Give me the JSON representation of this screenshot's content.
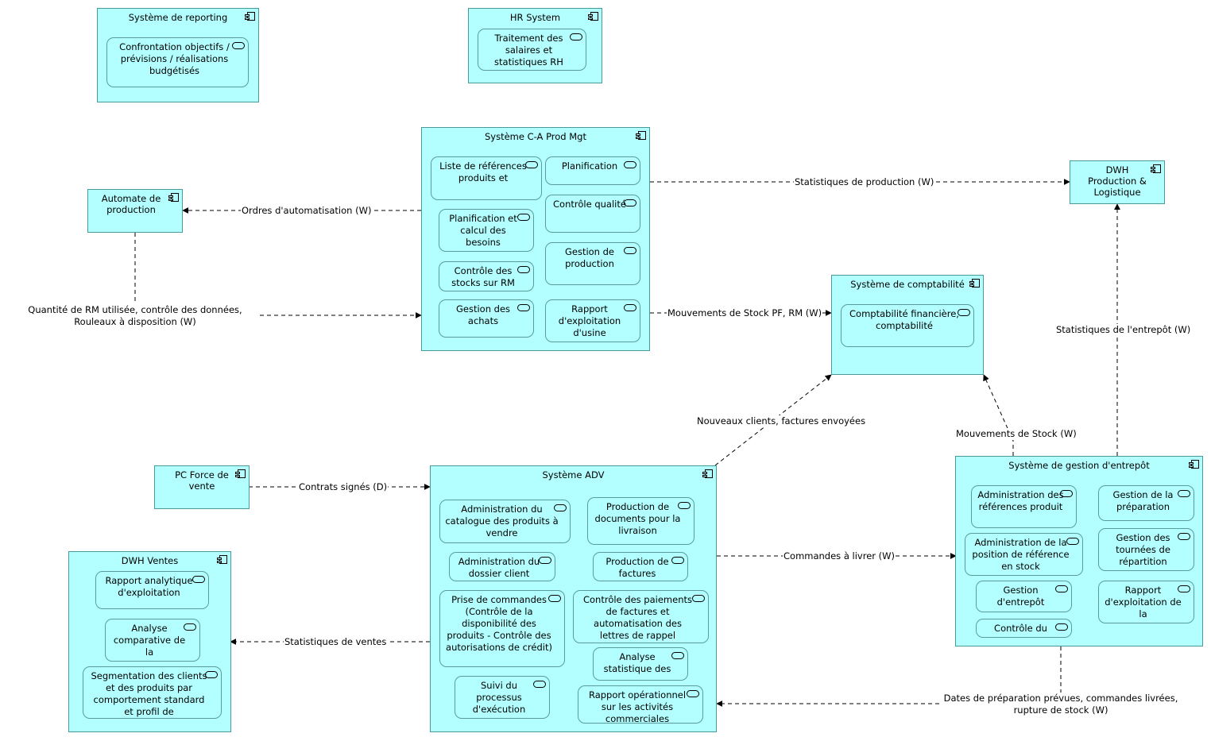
{
  "components": {
    "reporting": {
      "title": "Système de reporting",
      "services": [
        "Confrontation objectifs / prévisions / réalisations budgétisés"
      ]
    },
    "hr": {
      "title": "HR System",
      "services": [
        "Traitement des salaires et statistiques RH"
      ]
    },
    "prod_mgt": {
      "title": "Système C-A Prod Mgt",
      "services": [
        "Liste de références produits et",
        "Planification",
        "Planification et calcul des besoins",
        "Contrôle qualité",
        "Contrôle des stocks sur RM",
        "Gestion de production",
        "Gestion des achats",
        "Rapport d'exploitation d'usine"
      ]
    },
    "automate": {
      "title": "Automate de production"
    },
    "dwh_prod": {
      "title": "DWH Production & Logistique"
    },
    "compta": {
      "title": "Système de comptabilité",
      "services": [
        "Comptabilité financière, comptabilité"
      ]
    },
    "pc_force": {
      "title": "PC Force de vente"
    },
    "adv": {
      "title": "Système ADV",
      "services": [
        "Administration du catalogue des produits à vendre",
        "Production de documents pour la livraison",
        "Administration du dossier client",
        "Production de factures",
        "Prise de commandes (Contrôle de la disponibilité des produits - Contrôle des autorisations de crédit)",
        "Contrôle des paiements de factures et automatisation des lettres de rappel",
        "Analyse statistique des",
        "Suivi du processus d'exécution",
        "Rapport opérationnel sur les activités commerciales"
      ]
    },
    "entrepot": {
      "title": "Système de gestion d'entrepôt",
      "services": [
        "Administration des références produit",
        "Gestion de la préparation",
        "Administration de la position de référence en stock",
        "Gestion des tournées de répartition",
        "Gestion d'entrepôt",
        "Rapport d'exploitation de la",
        "Contrôle du"
      ]
    },
    "dwh_ventes": {
      "title": "DWH Ventes",
      "services": [
        "Rapport analytique d'exploitation",
        "Analyse comparative de la",
        "Segmentation des clients et des produits par comportement standard et profil de"
      ]
    }
  },
  "flows": {
    "stat_prod": "Statistiques de production (W)",
    "ordres": "Ordres d'automatisation (W)",
    "quantite_rm": "Quantité de RM utilisée, contrôle des données, Rouleaux à disposition (W)",
    "mvt_pf": "Mouvements de Stock PF, RM (W)",
    "stat_entrepot": "Statistiques de l'entrepôt (W)",
    "nouveaux_clients": "Nouveaux clients, factures envoyées",
    "mvt_stock": "Mouvements de Stock (W)",
    "contrats": "Contrats signés (D)",
    "commandes": "Commandes à livrer (W)",
    "stat_ventes": "Statistiques de ventes",
    "dates_prep": "Dates de préparation prévues, commandes livrées, rupture de stock (W)"
  },
  "colors": {
    "component_fill": "#b3ffff",
    "component_border": "#4a9a9a",
    "edge": "#000000"
  }
}
